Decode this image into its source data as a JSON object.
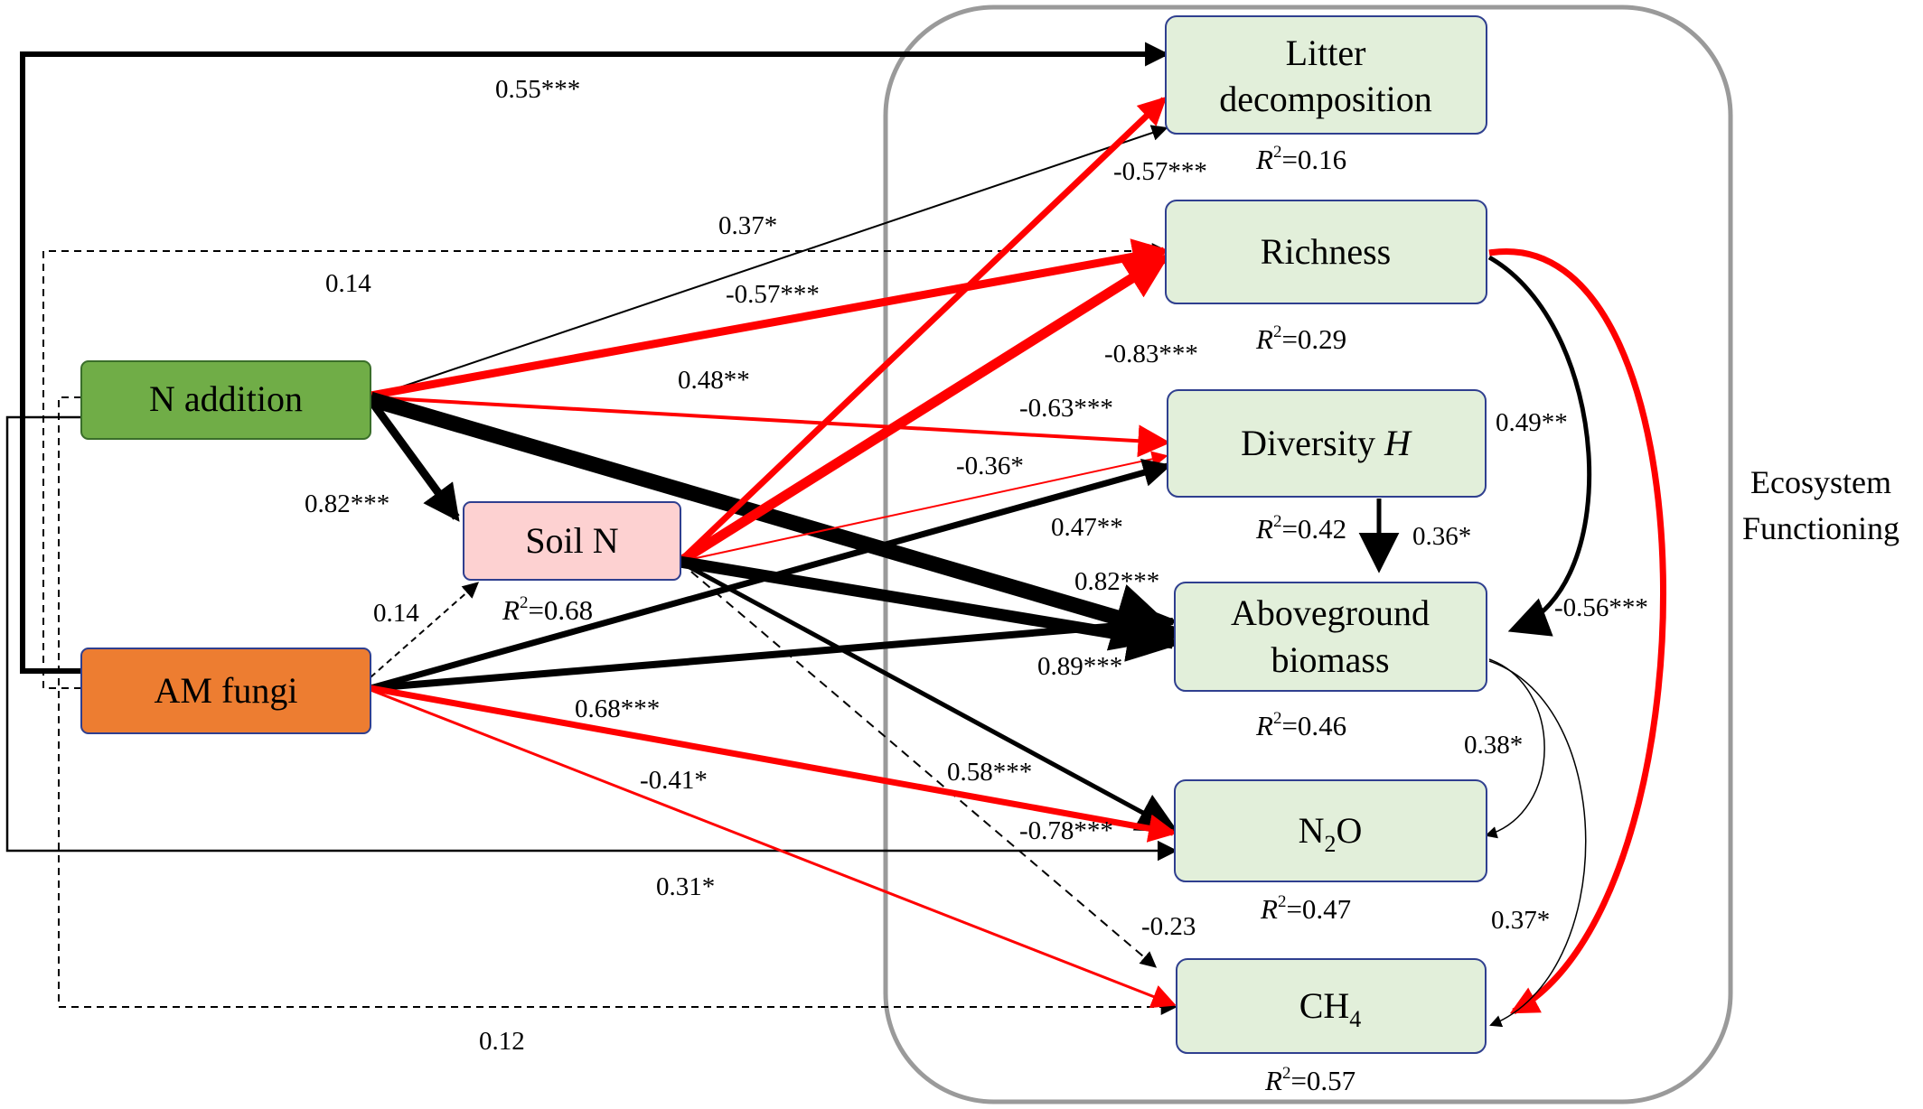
{
  "colors": {
    "negative": "#ff0000",
    "positive": "#000000",
    "n_addition": "#70ad47",
    "am_fungi": "#ed7d31",
    "soil_n": "#fdd1d1",
    "ecosystem_node": "#e2efda",
    "ecosystem_node_border": "#2f3f8f",
    "group_border": "#9a9a9a"
  },
  "nodes": {
    "n_addition": "N addition",
    "am_fungi": "AM fungi",
    "soil_n": "Soil N",
    "litter_1": "Litter",
    "litter_2": "decomposition",
    "richness": "Richness",
    "diversity": "Diversity",
    "diversity_symbol": "H",
    "biomass_1": "Aboveground",
    "biomass_2": "biomass",
    "n2o_main": "N",
    "n2o_sub": "2",
    "n2o_tail": "O",
    "ch4_main": "CH",
    "ch4_sub": "4"
  },
  "group_label_1": "Ecosystem",
  "group_label_2": "Functioning",
  "r2": {
    "symbol": "R",
    "power": "2",
    "soil_n": "=0.68",
    "litter": "=0.16",
    "richness": "=0.29",
    "diversity": "=0.42",
    "biomass": "=0.46",
    "n2o": "=0.47",
    "ch4": "=0.57"
  },
  "paths": {
    "n_to_litter": "0.55***",
    "soil_to_litter": "-0.57***",
    "n_to_litter_thin": "0.37*",
    "am_to_richness": "0.14",
    "n_to_richness": "-0.57***",
    "n_to_diversity": "0.48**",
    "soil_to_richness": "-0.83***",
    "n_to_diversity_red": "-0.63***",
    "soil_to_diversity": "-0.36*",
    "n_to_soil": "0.82***",
    "am_to_soil": "0.14",
    "am_to_diversity": "0.47**",
    "n_to_biomass": "0.82***",
    "soil_to_biomass": "0.89***",
    "diversity_to_biomass": "0.36*",
    "richness_to_biomass": "0.49**",
    "richness_to_ch4": "-0.56***",
    "am_to_n2o": "0.68***",
    "am_to_ch4": "-0.41*",
    "soil_to_n2o": "0.58***",
    "n_to_n2o": "-0.78***",
    "n_to_ch4_bottom": "0.31*",
    "soil_to_ch4": "-0.23",
    "biomass_to_n2o": "0.38*",
    "biomass_to_ch4": "0.37*",
    "am_to_ch4_dashed": "0.12"
  }
}
